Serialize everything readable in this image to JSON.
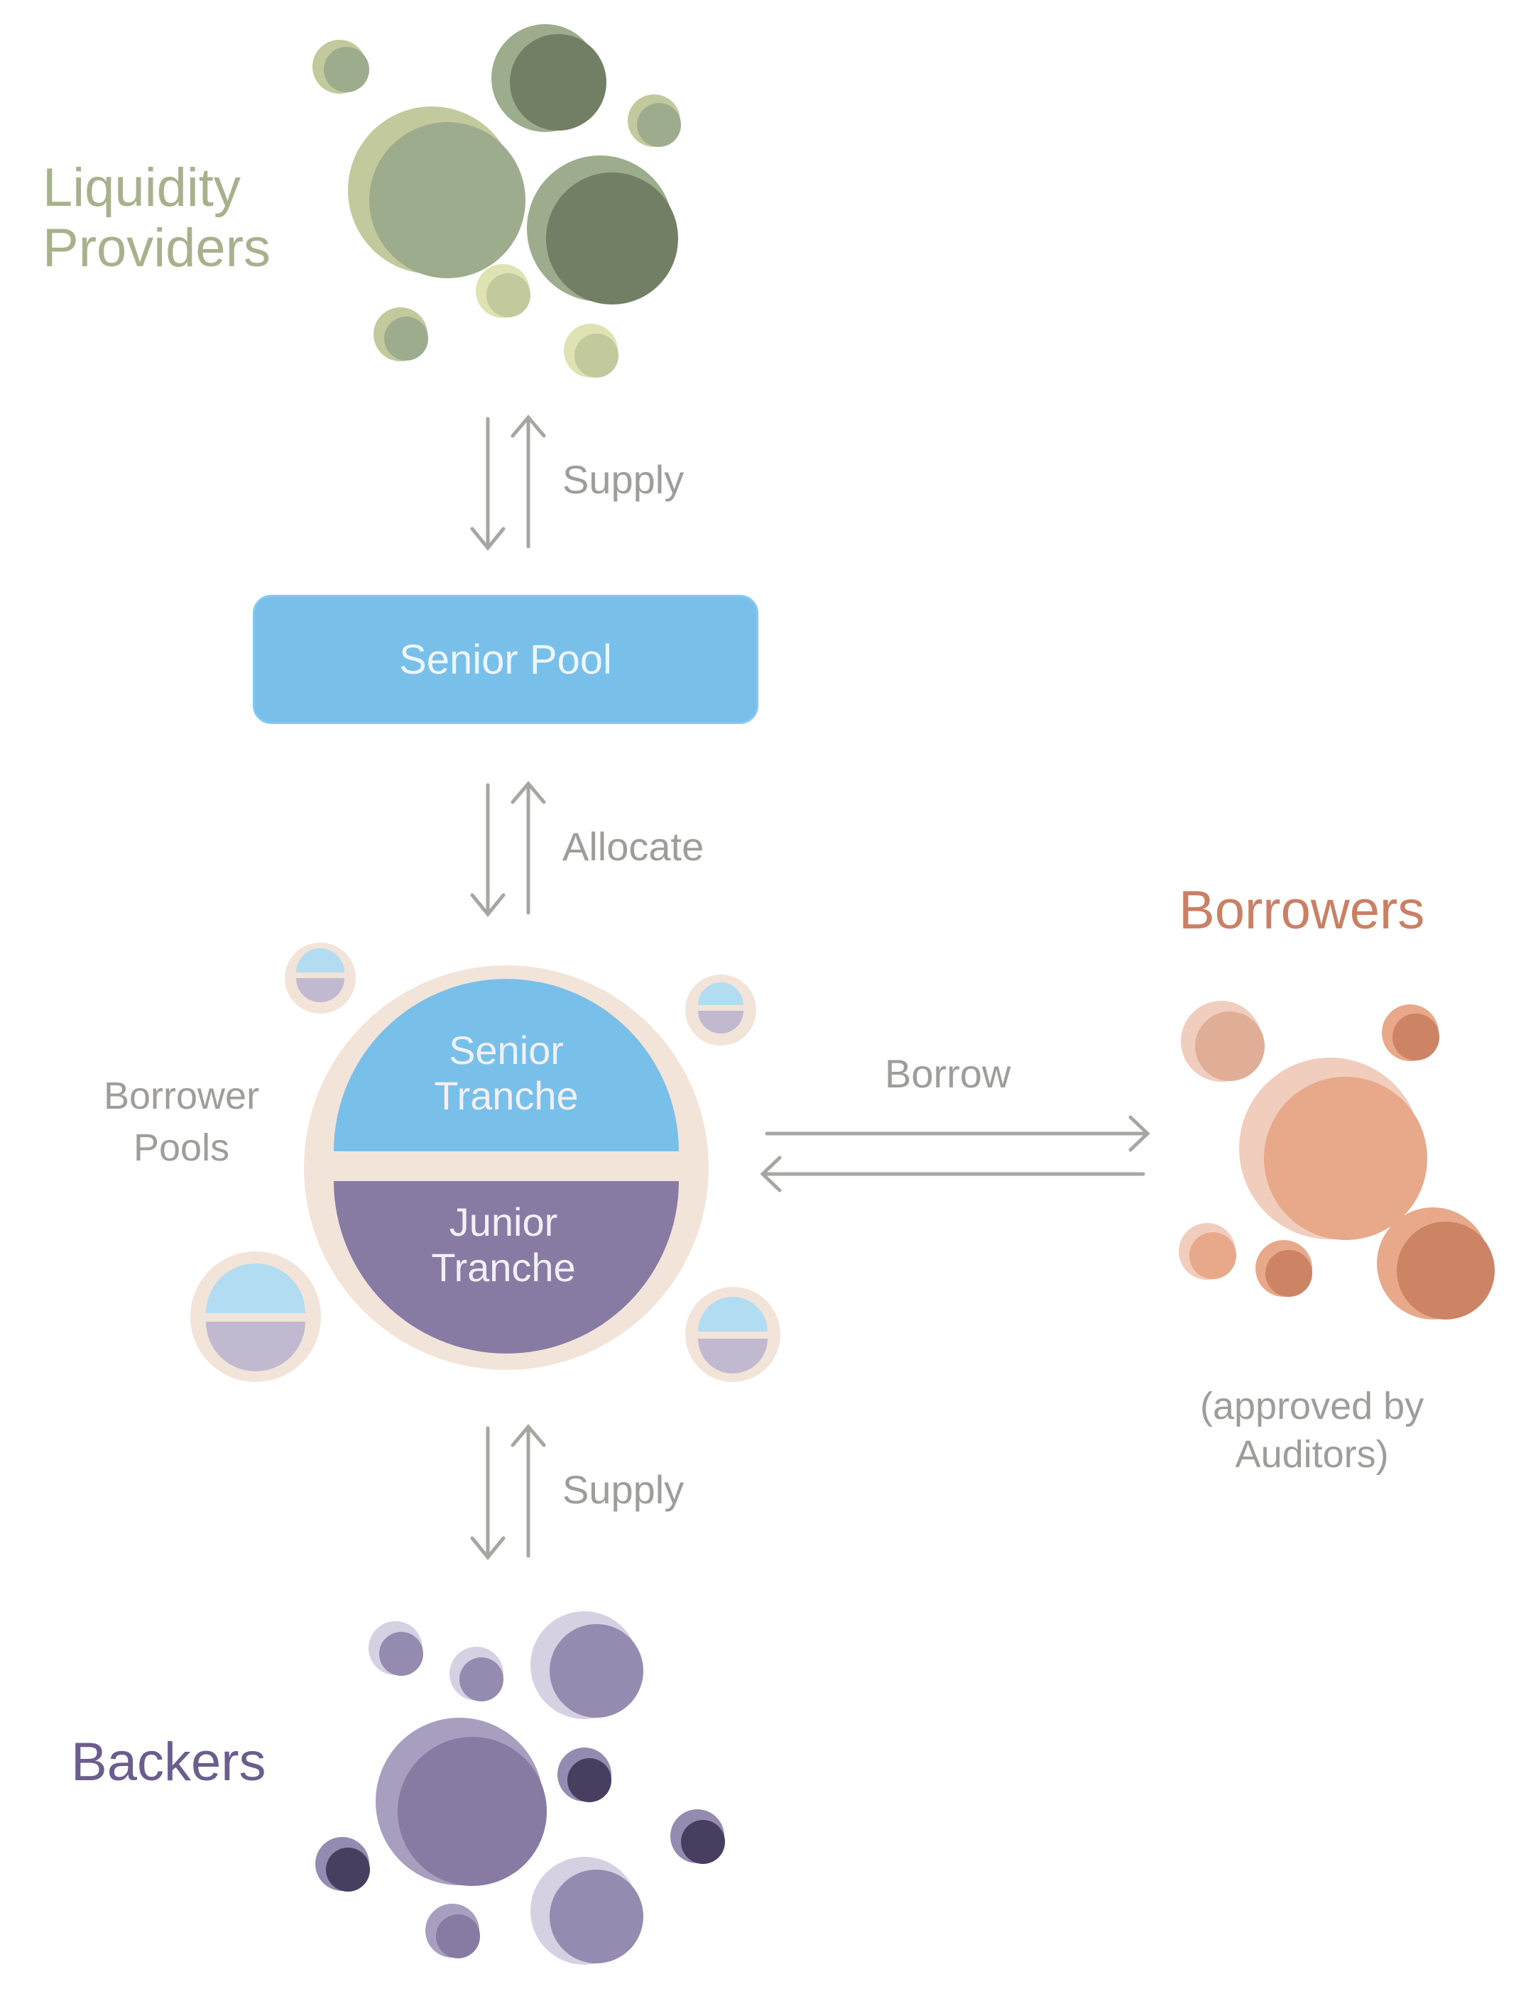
{
  "groups": {
    "liquidity_providers": {
      "title_line1": "Liquidity",
      "title_line2": "Providers",
      "color": "#a7b28c"
    },
    "borrowers": {
      "title": "Borrowers",
      "note_line1": "(approved by",
      "note_line2": "Auditors)",
      "color": "#c98064"
    },
    "backers": {
      "title": "Backers",
      "color": "#6b5e8f"
    }
  },
  "senior_pool": {
    "label": "Senior Pool",
    "color": "#78bfea"
  },
  "borrower_pools": {
    "label_line1": "Borrower",
    "label_line2": "Pools",
    "senior_tranche": {
      "line1": "Senior",
      "line2": "Tranche",
      "color": "#78bfea"
    },
    "junior_tranche": {
      "line1": "Junior",
      "line2": "Tranche",
      "color": "#877ba3"
    }
  },
  "flows": {
    "lp_to_senior_pool": "Supply",
    "senior_pool_to_borrower_pools": "Allocate",
    "borrower_pools_to_borrowers": "Borrow",
    "backers_to_borrower_pools": "Supply"
  }
}
